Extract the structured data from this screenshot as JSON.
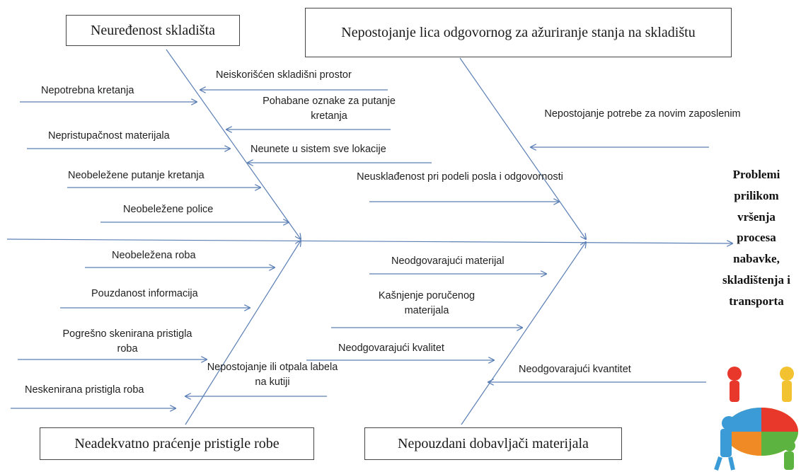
{
  "categories": {
    "top_left": "Neuređenost skladišta",
    "top_right": "Nepostojanje lica odgovornog za ažuriranje stanja na skladištu",
    "bottom_left": "Neadekvatno praćenje pristigle robe",
    "bottom_right": "Nepouzdani dobavljači materijala"
  },
  "effect": {
    "lines": [
      "Problemi",
      "prilikom",
      "vršenja",
      "procesa",
      "nabavke,",
      "skladištenja i",
      "transporta"
    ]
  },
  "causes": {
    "neiskoriscen_prostor": "Neiskorišćen skladišni prostor",
    "nepotrebna_kretanja": "Nepotrebna kretanja",
    "pohabane_oznake": "Pohabane oznake za putanje kretanja",
    "nepristupacnost": "Nepristupačnost materijala",
    "neunete_lokacije": "Neunete u sistem sve lokacije",
    "neobelezene_putanje": "Neobeležene putanje kretanja",
    "neobelezene_police": "Neobeležene police",
    "nepostojanje_potrebe": "Nepostojanje potrebe za novim zaposlenim",
    "neuskladjenost": "Neusklađenost pri podeli posla i odgovornosti",
    "neobelezena_roba": "Neobeležena roba",
    "pouzdanost_informacija": "Pouzdanost informacija",
    "pogresno_skenirana": "Pogrešno skenirana pristigla roba",
    "nepostojanje_labela": "Nepostojanje ili otpala labela na kutiji",
    "neskenirana": "Neskenirana pristigla roba",
    "neodgovarajuci_materijal": "Neodgovarajući materijal",
    "kasnjenje": "Kašnjenje poručenog materijala",
    "neodgovarajuci_kvalitet": "Neodgovarajući kvalitet",
    "neodgovarajuci_kvantitet": "Neodgovarajući kvantitet"
  },
  "colors": {
    "arrow": "#5b7fb5",
    "box_border": "#444444"
  },
  "logo": "puzzle-team-logo"
}
